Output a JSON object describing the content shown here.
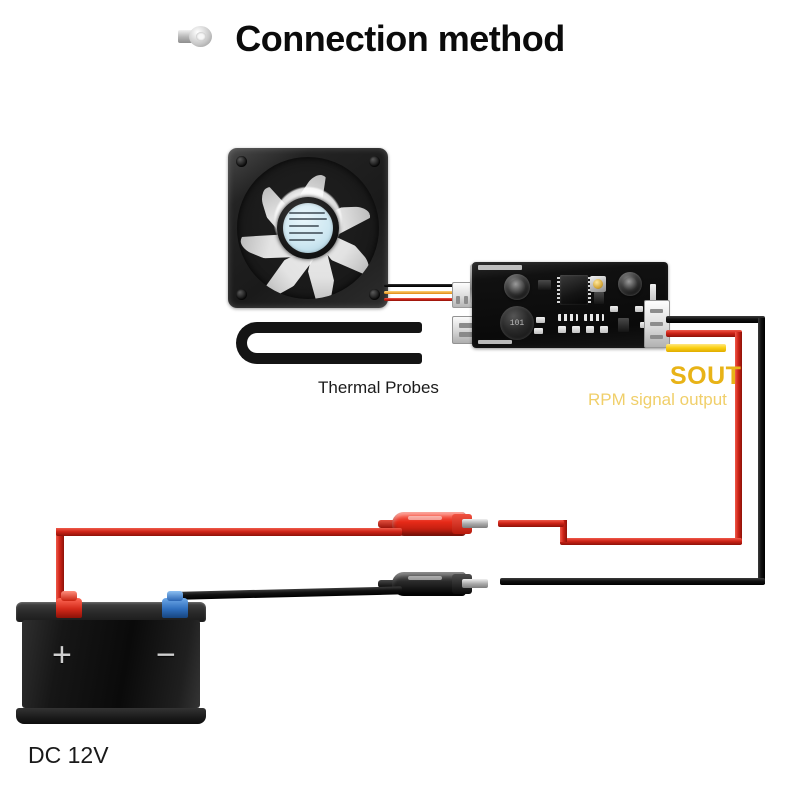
{
  "title": "Connection method",
  "labels": {
    "thermal_probes": "Thermal Probes",
    "sout": "SOUT",
    "sout_sub": "RPM signal output",
    "dc_supply": "DC 12V",
    "battery_positive": "+",
    "battery_negative": "−"
  },
  "fan": {
    "name": "dc-axial-cooling-fan",
    "blade_count": 7,
    "label_lines": [
      "",
      "",
      "",
      "",
      ""
    ],
    "cable_wires": [
      "black",
      "yellow",
      "red"
    ]
  },
  "pcb": {
    "name": "fan-speed-controller-board",
    "inductor_marking": "101",
    "connectors": [
      {
        "name": "fan-connector",
        "pins": 3,
        "side": "left-top"
      },
      {
        "name": "thermal-probe-connector",
        "pins": 2,
        "side": "left-bottom"
      },
      {
        "name": "power-output-connector",
        "pins": 3,
        "side": "right"
      }
    ]
  },
  "wires": {
    "output": [
      {
        "name": "ground-wire",
        "color_name": "black",
        "color": "#111111"
      },
      {
        "name": "power-wire",
        "color_name": "red",
        "color": "#cf2418"
      },
      {
        "name": "rpm-signal-wire",
        "color_name": "yellow",
        "color": "#fbd116"
      }
    ]
  },
  "clips": [
    {
      "name": "red-alligator-clip",
      "color_name": "red",
      "color": "#e62a18",
      "polarity": "+"
    },
    {
      "name": "black-alligator-clip",
      "color_name": "black",
      "color": "#111111",
      "polarity": "−"
    }
  ],
  "battery": {
    "name": "12v-lead-acid-battery",
    "positive_terminal_color": "#d3291a",
    "negative_terminal_color": "#2f6fbe"
  },
  "colors": {
    "background": "#ffffff",
    "title": "#0b0b0b",
    "sout_accent": "#e8b317",
    "sout_sub": "#f0cf6a",
    "wire_red": "#cf2418",
    "wire_black": "#111111",
    "wire_yellow": "#fbd116"
  }
}
